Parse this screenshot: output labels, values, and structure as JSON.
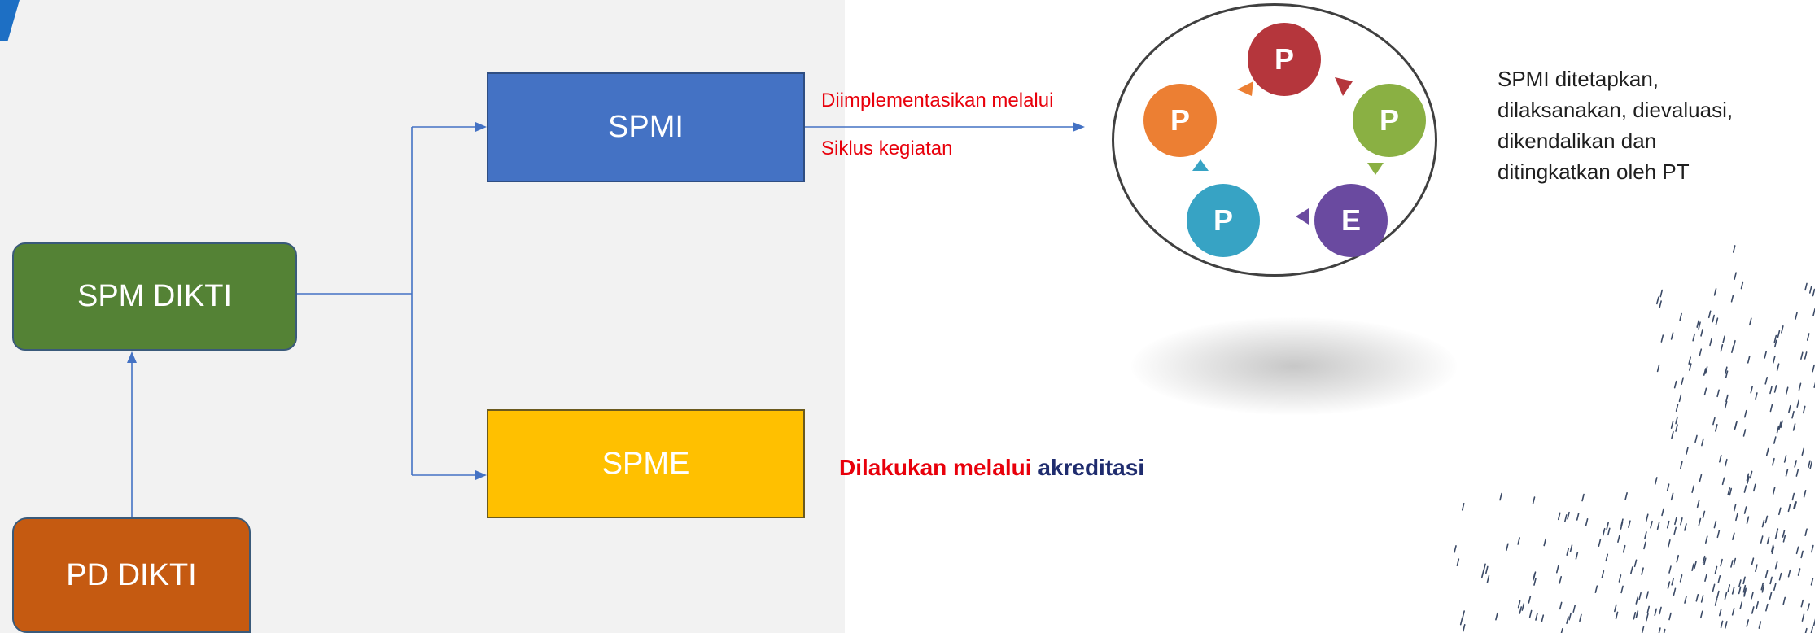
{
  "colors": {
    "panel_bg": "#f2f2f2",
    "spm_dikti": "#548235",
    "pd_dikti": "#c55a11",
    "spmi": "#4472c4",
    "spme": "#ffc000",
    "connector": "#4472c4",
    "red_text": "#e8000b",
    "navy_text": "#1f2c6e",
    "accent": "#1d6fc4",
    "node_top": "#b5363c",
    "node_right": "#8ab043",
    "node_br": "#6a4aa0",
    "node_bl": "#37a3c4",
    "node_left": "#ec7f33"
  },
  "diagram": {
    "spm_dikti": "SPM DIKTI",
    "pd_dikti": "PD DIKTI",
    "spmi": "SPMI",
    "spme": "SPME",
    "implementation_label": "Diimplementasikan melalui",
    "cycle_label": "Siklus kegiatan",
    "spme_note_part1": "Dilakukan melalui",
    "spme_note_part2": "akreditasi"
  },
  "cycle": {
    "top": "P",
    "right": "P",
    "bottom_right": "E",
    "bottom_left": "P",
    "left": "P"
  },
  "description": {
    "line1": "SPMI ditetapkan,",
    "line2": "dilaksanakan, dievaluasi,",
    "line3": "dikendalikan dan",
    "line4": "ditingkatkan oleh PT"
  }
}
